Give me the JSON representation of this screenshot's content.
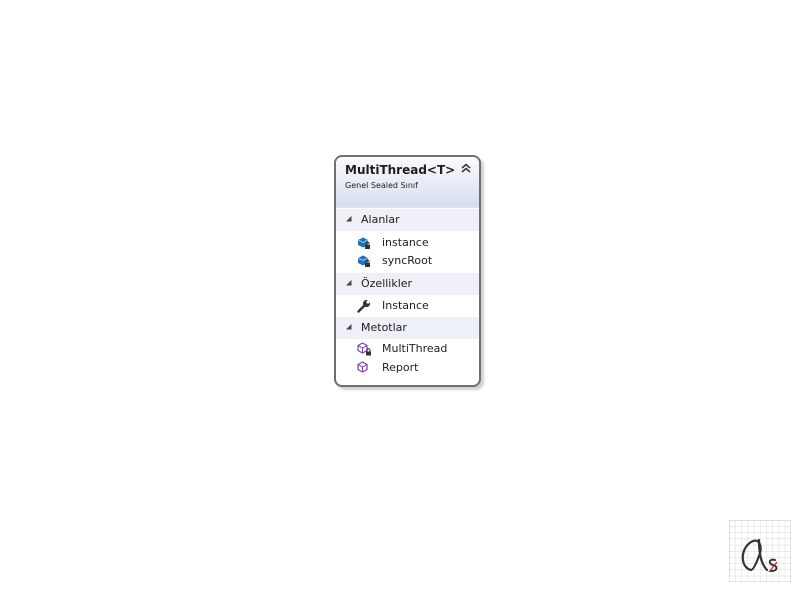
{
  "class": {
    "title": "MultiThread<T>",
    "subtitle": "Genel Sealed Sınıf",
    "sections": [
      {
        "label": "Alanlar",
        "members": [
          {
            "name": "instance",
            "icon": "private-field-icon"
          },
          {
            "name": "syncRoot",
            "icon": "private-field-icon"
          }
        ]
      },
      {
        "label": "Özellikler",
        "members": [
          {
            "name": "Instance",
            "icon": "property-wrench-icon"
          }
        ]
      },
      {
        "label": "Metotlar",
        "members": [
          {
            "name": "MultiThread",
            "icon": "private-method-icon"
          },
          {
            "name": "Report",
            "icon": "method-icon"
          }
        ]
      }
    ]
  },
  "colors": {
    "border": "#6f6f6f",
    "section_bg": "#eef0f7",
    "field_icon": "#1e73be",
    "method_icon": "#7a3fb5"
  },
  "logo": {
    "text": "As"
  }
}
